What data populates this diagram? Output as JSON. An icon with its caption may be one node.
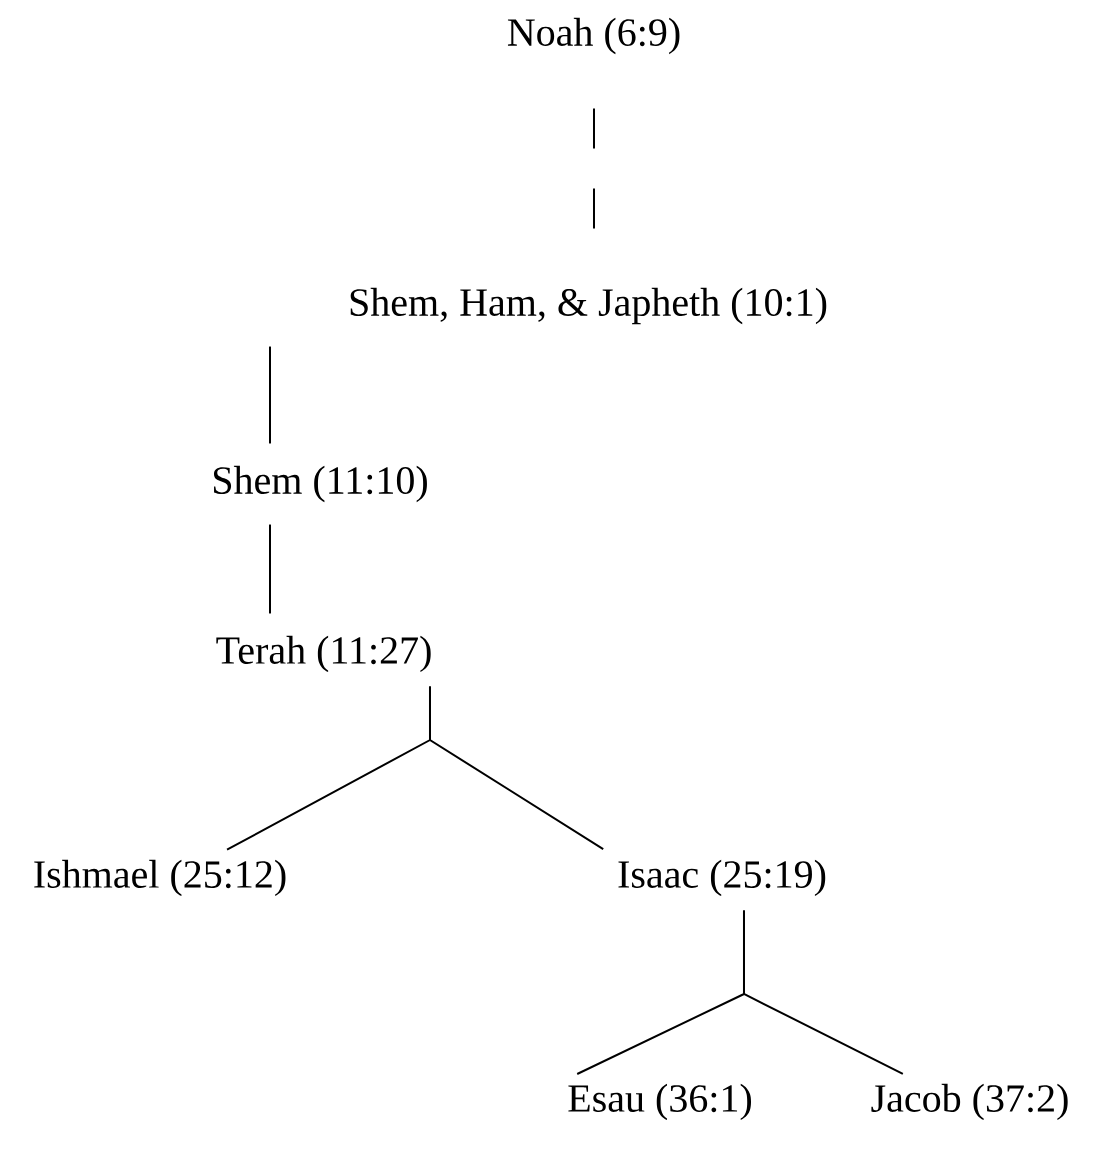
{
  "diagram": {
    "nodes": [
      {
        "text": [
          "Noah (6:9)"
        ]
      },
      {
        "text": [
          "Shem, Ham, & Japheth (10:1)"
        ]
      },
      {
        "text": [
          "Shem (11:10)"
        ]
      },
      {
        "text": [
          "Terah (11:27)"
        ]
      },
      {
        "text": [
          "Ishmael (25:12)"
        ]
      },
      {
        "text": [
          "Isaac (25:19)"
        ]
      },
      {
        "text": [
          "Esau (36:1)"
        ]
      },
      {
        "text": [
          "Jacob (37:2)"
        ]
      }
    ],
    "edges": [
      {
        "from": 0,
        "to": 1,
        "arrow": "none",
        "style": "dashed"
      },
      {
        "from": 1,
        "to": 2,
        "arrow": "none"
      },
      {
        "from": 2,
        "to": 3,
        "arrow": "none"
      },
      {
        "from": 3,
        "to": 4,
        "arrow": "none"
      },
      {
        "from": 3,
        "to": 5,
        "arrow": "none"
      },
      {
        "from": 5,
        "to": 6,
        "arrow": "none"
      },
      {
        "from": 5,
        "to": 7,
        "arrow": "none"
      }
    ]
  }
}
